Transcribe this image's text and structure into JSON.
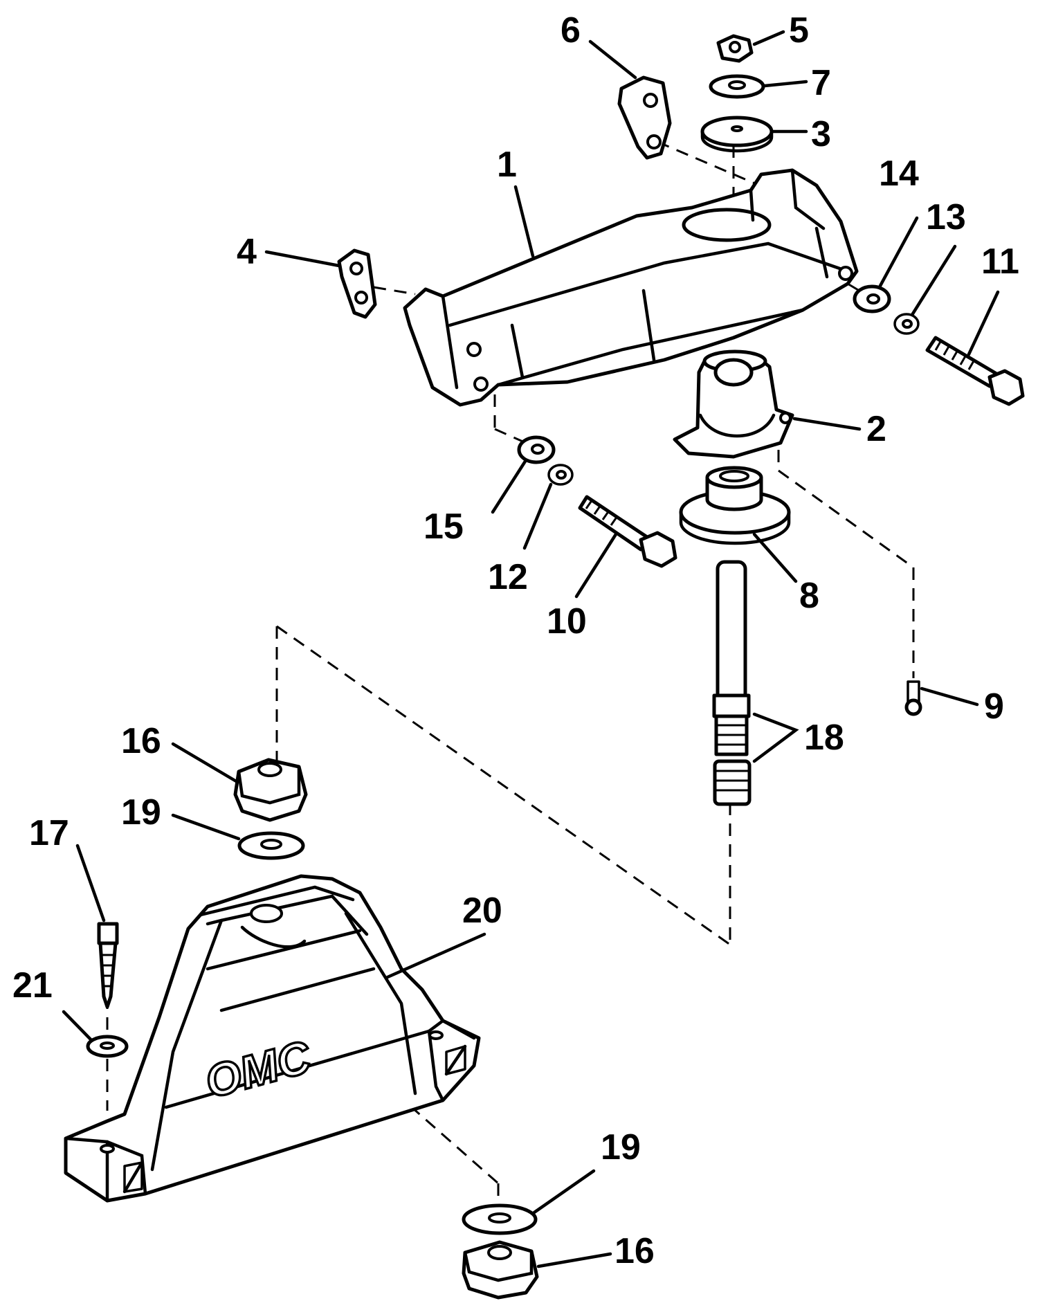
{
  "callouts": {
    "c1": "1",
    "c2": "2",
    "c3": "3",
    "c4": "4",
    "c5": "5",
    "c6": "6",
    "c7": "7",
    "c8": "8",
    "c9": "9",
    "c10": "10",
    "c11": "11",
    "c12": "12",
    "c13": "13",
    "c14": "14",
    "c15": "15",
    "c16a": "16",
    "c16b": "16",
    "c17": "17",
    "c18": "18",
    "c19a": "19",
    "c19b": "19",
    "c20": "20",
    "c21": "21"
  },
  "logo_text": "OMC",
  "colors": {
    "ink": "#000000",
    "paper": "#ffffff"
  }
}
